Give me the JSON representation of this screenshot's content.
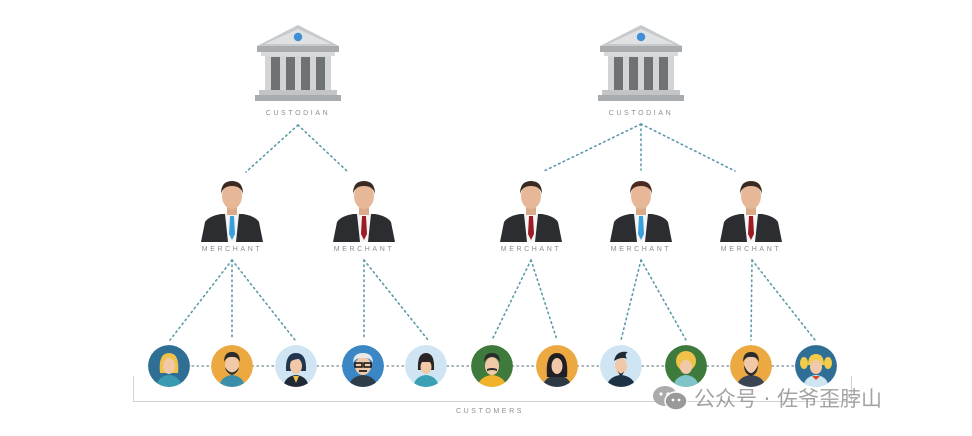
{
  "diagram": {
    "type": "hierarchy",
    "colors": {
      "link": "#5a9aa8",
      "label": "#8a8f94",
      "building": "#b9bcbf",
      "building_dark": "#6f7275",
      "seal": "#3f8fd6",
      "suit": "#2c2d30",
      "tie_blue": "#3aa0dc",
      "tie_red": "#9c1b22"
    },
    "custodians": [
      {
        "id": "c1",
        "label": "CUSTODIAN",
        "icon": "bank-building-icon"
      },
      {
        "id": "c2",
        "label": "CUSTODIAN",
        "icon": "bank-building-icon"
      }
    ],
    "merchants": [
      {
        "id": "m1",
        "label": "MERCHANT",
        "custodian": "c1",
        "tie": "blue"
      },
      {
        "id": "m2",
        "label": "MERCHANT",
        "custodian": "c1",
        "tie": "red"
      },
      {
        "id": "m3",
        "label": "MERCHANT",
        "custodian": "c2",
        "tie": "red"
      },
      {
        "id": "m4",
        "label": "MERCHANT",
        "custodian": "c2",
        "tie": "blue"
      },
      {
        "id": "m5",
        "label": "MERCHANT",
        "custodian": "c2",
        "tie": "red"
      }
    ],
    "customers": [
      {
        "id": "u1",
        "merchant": "m1",
        "bg": "#2f6f96",
        "hair": "#f0c24a",
        "shirt": "#3a9ab0",
        "avatar": "woman-blonde-avatar-icon"
      },
      {
        "id": "u2",
        "merchant": "m1",
        "bg": "#eca941",
        "hair": "#2b2b2b",
        "shirt": "#3a8ea8",
        "avatar": "man-beard-avatar-icon"
      },
      {
        "id": "u3",
        "merchant": "m1",
        "bg": "#cfe5f3",
        "hair": "#22364f",
        "shirt": "#1f2a36",
        "avatar": "woman-bob-avatar-icon"
      },
      {
        "id": "u4",
        "merchant": "m2",
        "bg": "#3b87c5",
        "hair": "#e8e8e8",
        "shirt": "#2e3d4a",
        "avatar": "old-man-glasses-avatar-icon"
      },
      {
        "id": "u5",
        "merchant": "m2",
        "bg": "#cfe5f3",
        "hair": "#2b2424",
        "shirt": "#3aa0b4",
        "avatar": "woman-dark-hair-avatar-icon"
      },
      {
        "id": "u6",
        "merchant": "m3",
        "bg": "#3f7a3d",
        "hair": "#2b2b2b",
        "shirt": "#f0b32c",
        "avatar": "man-mustache-avatar-icon"
      },
      {
        "id": "u7",
        "merchant": "m3",
        "bg": "#eca941",
        "hair": "#1f1f25",
        "shirt": "#2d3a46",
        "avatar": "woman-long-hair-avatar-icon"
      },
      {
        "id": "u8",
        "merchant": "m4",
        "bg": "#cfe5f3",
        "hair": "#1f2a36",
        "shirt": "#1f3346",
        "avatar": "man-goatee-avatar-icon"
      },
      {
        "id": "u9",
        "merchant": "m4",
        "bg": "#3f7a3d",
        "hair": "#f0c24a",
        "shirt": "#7fc4c8",
        "avatar": "woman-curly-avatar-icon"
      },
      {
        "id": "u10",
        "merchant": "m5",
        "bg": "#eca941",
        "hair": "#2b2b2b",
        "shirt": "#3b4452",
        "avatar": "man-full-beard-avatar-icon"
      },
      {
        "id": "u11",
        "merchant": "m5",
        "bg": "#2f6f96",
        "hair": "#f5cb4a",
        "shirt": "#cfe5f3",
        "avatar": "girl-pigtails-avatar-icon"
      }
    ],
    "customers_label": "CUSTOMERS"
  },
  "watermark": {
    "icon": "wechat-icon",
    "text": "公众号 · 佐爷歪脖山"
  }
}
